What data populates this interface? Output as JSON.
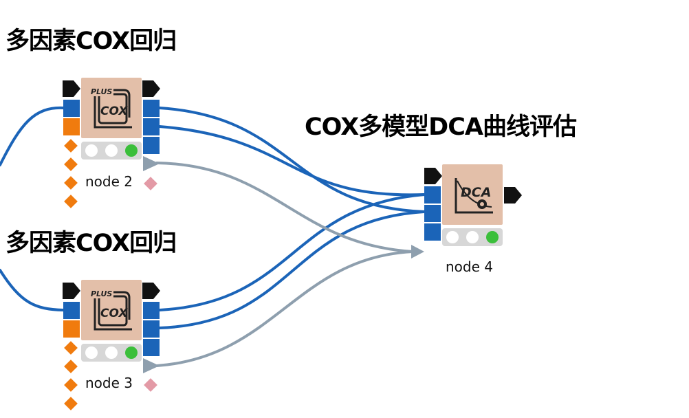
{
  "annotations": {
    "annotation_1": "多因素COX回归",
    "annotation_2": "多因素COX回归",
    "annotation_3": "COX多模型DCA曲线评估"
  },
  "nodes": {
    "node_2": {
      "label": "node 2",
      "icon_text": "COX",
      "icon_badge": "PLUS",
      "status": "executed"
    },
    "node_3": {
      "label": "node 3",
      "icon_text": "COX",
      "icon_badge": "PLUS",
      "status": "executed"
    },
    "node_4": {
      "label": "node 4",
      "icon_text": "DCA",
      "status": "executed"
    }
  },
  "colors": {
    "data_connection": "#1b64b8",
    "model_connection": "#8e9fae",
    "node_body": "#e3bfa9",
    "status_green": "#3bbf3b",
    "flow_variable_port": "#f07b0e"
  }
}
